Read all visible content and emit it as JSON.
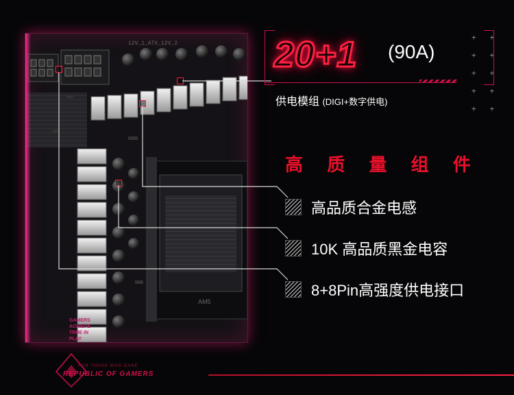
{
  "headline": {
    "phase_count": "20+1",
    "amperage": "(90A)",
    "subtitle_main": "供电模组",
    "subtitle_detail": "(DIGI+数字供电)"
  },
  "section_title": "高 质 量 组 件",
  "features": [
    {
      "label": "高品质合金电感",
      "icon": "hatch-square-icon"
    },
    {
      "label": "10K 高品质黑金电容",
      "icon": "hatch-square-icon"
    },
    {
      "label": "8+8Pin高强度供电接口",
      "icon": "hatch-square-icon"
    }
  ],
  "board": {
    "silk_atx": "12V_1_ATX_12V_2",
    "silk_socket": "AM5",
    "slogan": "GAMERS ACHIEVE TRUE IN PLAY"
  },
  "branding": {
    "logo_text": "REPUBLIC OF GAMERS",
    "tagline": "FOR THOSE WHO DARE"
  },
  "colors": {
    "accent_red": "#e8102a",
    "board_glow": "#ff2f8f",
    "background": "#060608"
  }
}
